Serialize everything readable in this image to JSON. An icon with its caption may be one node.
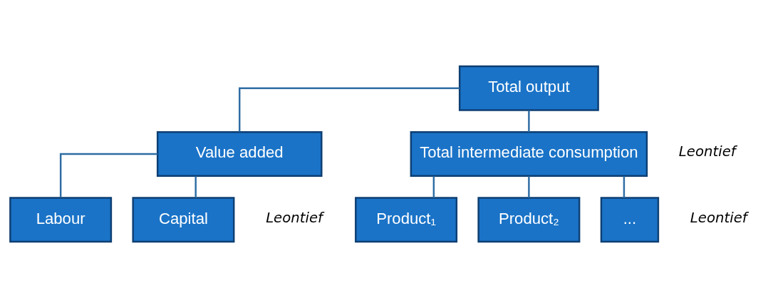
{
  "diagram": {
    "nodes": [
      {
        "text": [
          "Total output"
        ]
      },
      {
        "text": [
          "Value added"
        ]
      },
      {
        "text": [
          "Total intermediate consumption"
        ]
      },
      {
        "text": [
          "Labour"
        ]
      },
      {
        "text": [
          "Capital"
        ]
      },
      {
        "text": [
          "Product₁"
        ]
      },
      {
        "text": [
          "Product₂"
        ]
      },
      {
        "text": [
          "..."
        ]
      }
    ],
    "edges": [
      {
        "from": 0,
        "to": 1,
        "arrow": "none"
      },
      {
        "from": 0,
        "to": 2,
        "arrow": "none"
      },
      {
        "from": 1,
        "to": 3,
        "arrow": "none"
      },
      {
        "from": 1,
        "to": 4,
        "arrow": "none"
      },
      {
        "from": 2,
        "to": 5,
        "arrow": "none"
      },
      {
        "from": 2,
        "to": 6,
        "arrow": "none"
      },
      {
        "from": 2,
        "to": 7,
        "arrow": "none"
      }
    ],
    "labels": [
      "Leontief",
      "Leontief",
      "Leontief"
    ]
  }
}
